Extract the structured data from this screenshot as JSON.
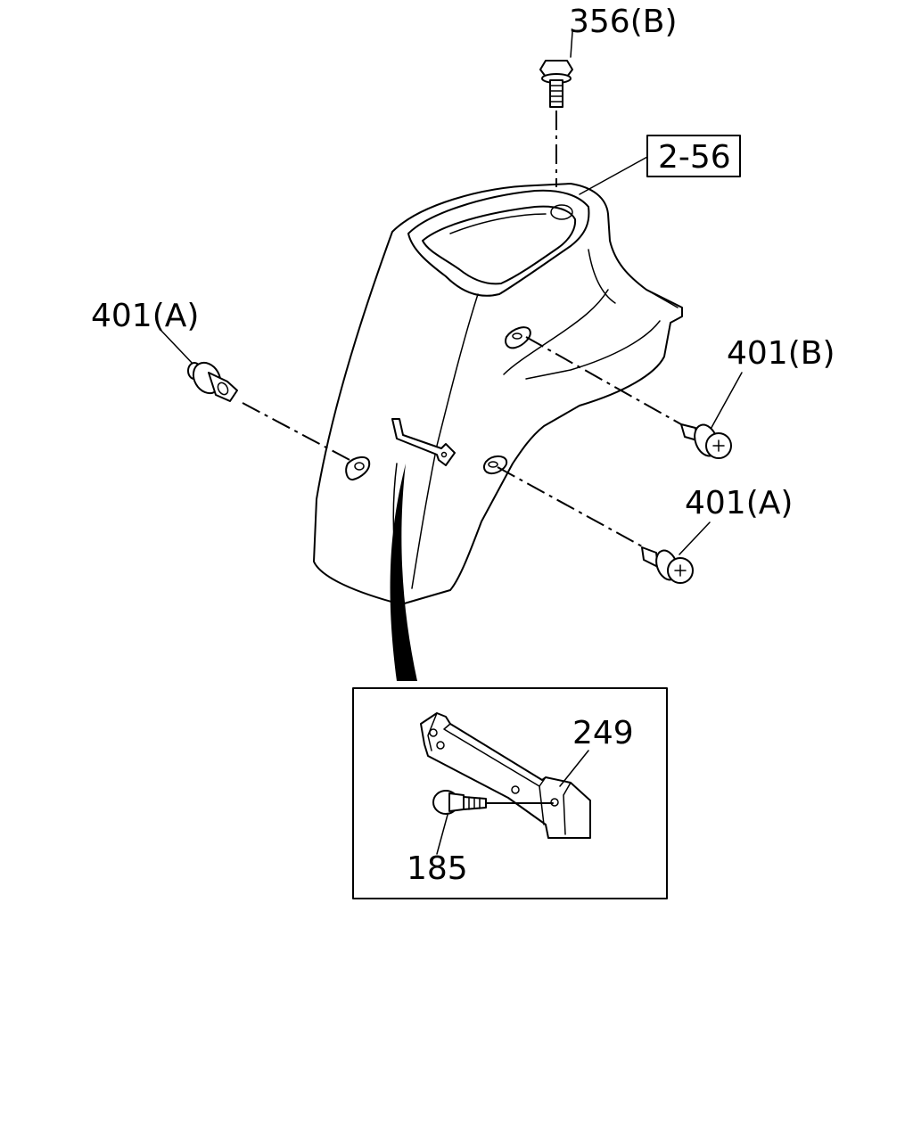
{
  "labels": {
    "bolt_top": "356(B)",
    "console_ref": "2-56",
    "clip_left": "401(A)",
    "clip_right_upper": "401(B)",
    "clip_right_lower": "401(A)",
    "bracket": "249",
    "bolt_detail": "185"
  },
  "icons": {
    "console": "console-panel-icon",
    "bolt": "bolt-icon",
    "clip": "push-clip-icon",
    "bracket": "bracket-icon"
  },
  "colors": {
    "line": "#000000",
    "background": "#ffffff"
  }
}
